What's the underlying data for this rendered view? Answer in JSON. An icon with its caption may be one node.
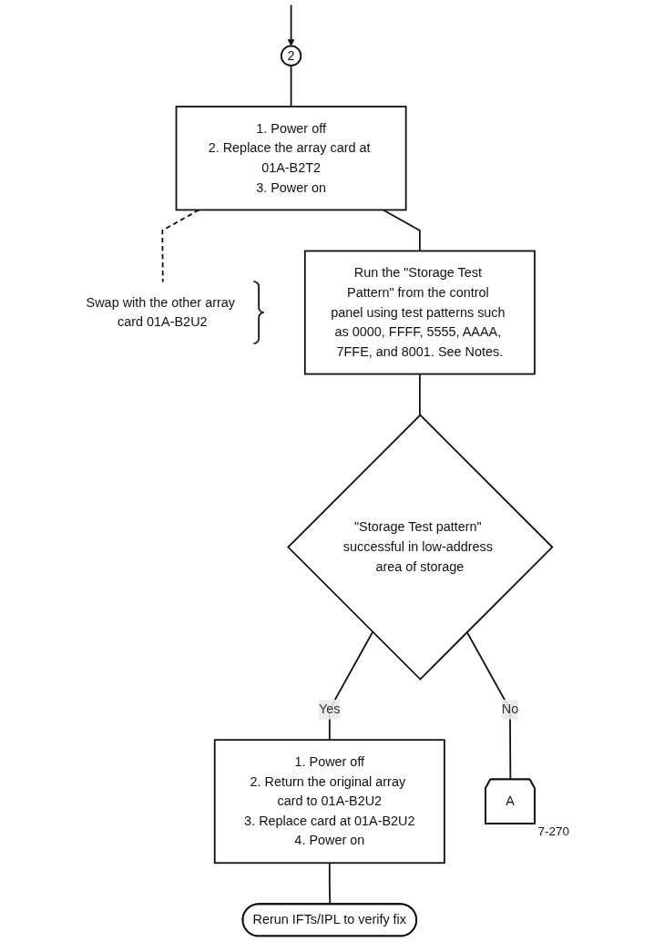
{
  "diagram": {
    "nodes": [
      {
        "text": [
          "2"
        ]
      },
      {
        "text": [
          "1. Power off",
          "2. Replace the array card at 01A-B2T2",
          "3. Power on"
        ]
      },
      {
        "text": [
          "Swap with the other array card 01A-B2U2"
        ]
      },
      {
        "text": [
          "Run the \"Storage Test Pattern\" from the control panel using test patterns such as 0000, FFFF, 5555, AAAA, 7FFE, and 8001. See Notes."
        ]
      },
      {
        "text": [
          "\"Storage Test pattern\" successful in low-address area of storage"
        ]
      },
      {
        "text": [
          "1. Power off",
          "2. Return the original array card to 01A-B2U2",
          "3. Replace card at 01A-B2U2",
          "4. Power on"
        ]
      },
      {
        "text": [
          "Rerun IFTs/IPL to verify fix"
        ]
      },
      {
        "text": [
          "A"
        ],
        "beside": [
          "7-270"
        ]
      }
    ],
    "edges": [
      {
        "from": null,
        "to": 0,
        "arrow": "to"
      },
      {
        "from": 0,
        "to": 1,
        "arrow": "none"
      },
      {
        "from": 1,
        "to": 2,
        "arrow": "none",
        "style": "dashed"
      },
      {
        "from": 1,
        "to": 3,
        "arrow": "none"
      },
      {
        "from": 3,
        "to": 4,
        "arrow": "none"
      },
      {
        "from": 4,
        "to": 5,
        "arrow": "none",
        "label": "Yes"
      },
      {
        "from": 5,
        "to": 6,
        "arrow": "none"
      },
      {
        "from": 4,
        "to": 7,
        "arrow": "none",
        "label": "No"
      }
    ]
  }
}
